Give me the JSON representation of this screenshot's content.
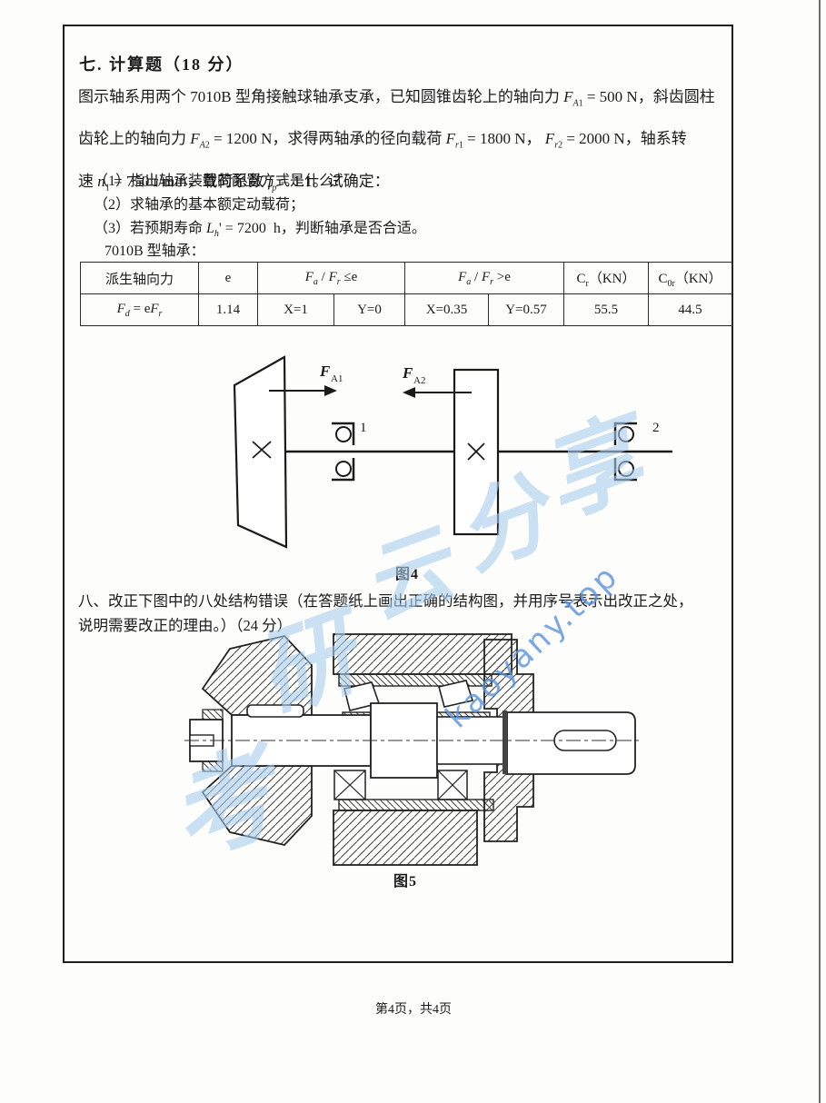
{
  "page": {
    "footer": "第4页，共4页"
  },
  "watermark": {
    "chars": [
      "考",
      "研",
      "云",
      "分",
      "享"
    ],
    "site": "kaoyany.top",
    "char_color": "#a9cdee",
    "site_color": "#5b94dd"
  },
  "section7": {
    "title": "七. 计算题（18 分）",
    "lines_html": [
      "图示轴系用两个 7010B 型角接触球轴承支承，已知圆锥齿轮上的轴向力 <i>F</i><sub><i>A</i>1</sub> = 500 N，斜齿圆柱",
      "齿轮上的轴向力 <i>F</i><sub><i>A</i>2</sub> = 1200 N，求得两轴承的径向载荷 <i>F</i><sub><i>r</i>1</sub> = 1800 N， <i>F</i><sub><i>r</i>2</sub> = 2000 N，轴系转",
      "速 <i>n</i><sub>1</sub> = 750 r/min，载荷系数 <i>f</i><sub><i>p</i></sub> = 1.1。试确定："
    ],
    "items_html": [
      "（1）指出轴承装置的配置方式是什么？",
      "（2）求轴承的基本额定动载荷；",
      "（3）若预期寿命 <i>L</i><sub><i>h</i></sub>' = 7200&nbsp;&nbsp;h，判断轴承是否合适。"
    ],
    "table_caption": "7010B 型轴承：",
    "table": {
      "h_derived": "派生轴向力",
      "h_e": "e",
      "h_le_html": "<i>F</i><sub><i>a</i></sub> / <i>F</i><sub><i>r</i></sub> ≤e",
      "h_gt_html": "<i>F</i><sub><i>a</i></sub> / <i>F</i><sub><i>r</i></sub> &gt;e",
      "h_cr_html": "C<sub>r</sub>（KN）",
      "h_c0r_html": "C<sub>0r</sub>（KN）",
      "r_derived_html": "<i>F</i><sub><i>d</i></sub> = e<i>F</i><sub><i>r</i></sub>",
      "r_e": "1.14",
      "r_x1": "X=1",
      "r_y1": "Y=0",
      "r_x2": "X=0.35",
      "r_y2": "Y=0.57",
      "r_cr": "55.5",
      "r_c0r": "44.5"
    }
  },
  "figure4": {
    "caption": "图4",
    "force1_main": "F",
    "force1_sub": "A1",
    "force2_main": "F",
    "force2_sub": "A2",
    "bearing1_label": "1",
    "bearing2_label": "2"
  },
  "section8": {
    "lines": [
      "八、改正下图中的八处结构错误（在答题纸上画出正确的结构图，并用序号表示出改正之处，",
      "说明需要改正的理由。）（24 分）"
    ]
  },
  "figure5": {
    "caption": "图5"
  }
}
